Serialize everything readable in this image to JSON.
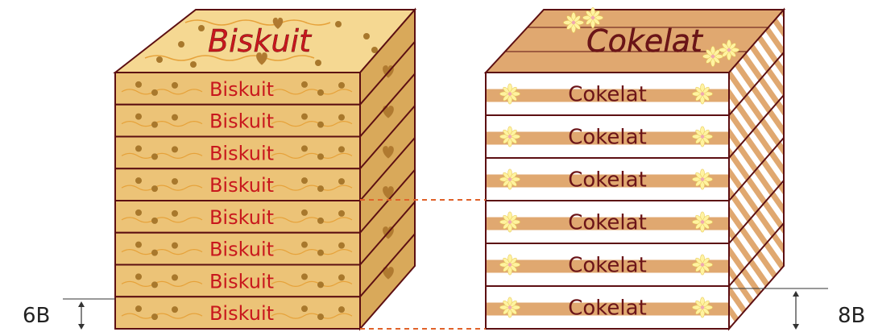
{
  "left_stack": {
    "top_label": "Biskuit",
    "box_label": "Biskuit",
    "box_count": 8,
    "thickness_label": "6B"
  },
  "right_stack": {
    "top_label": "Cokelat",
    "box_label": "Cokelat",
    "box_count": 6,
    "thickness_label": "8B"
  },
  "colors": {
    "biscuit_face": "#ecc377",
    "biscuit_side": "#d9a95a",
    "biscuit_top": "#f5d892",
    "biscuit_text": "#c8171d",
    "biscuit_dot": "#a8782c",
    "outline": "#5c0f12",
    "choc_stripe": "#e0a870",
    "choc_text": "#6b1418",
    "flower": "#fff3a0",
    "dash": "#e0622a"
  }
}
